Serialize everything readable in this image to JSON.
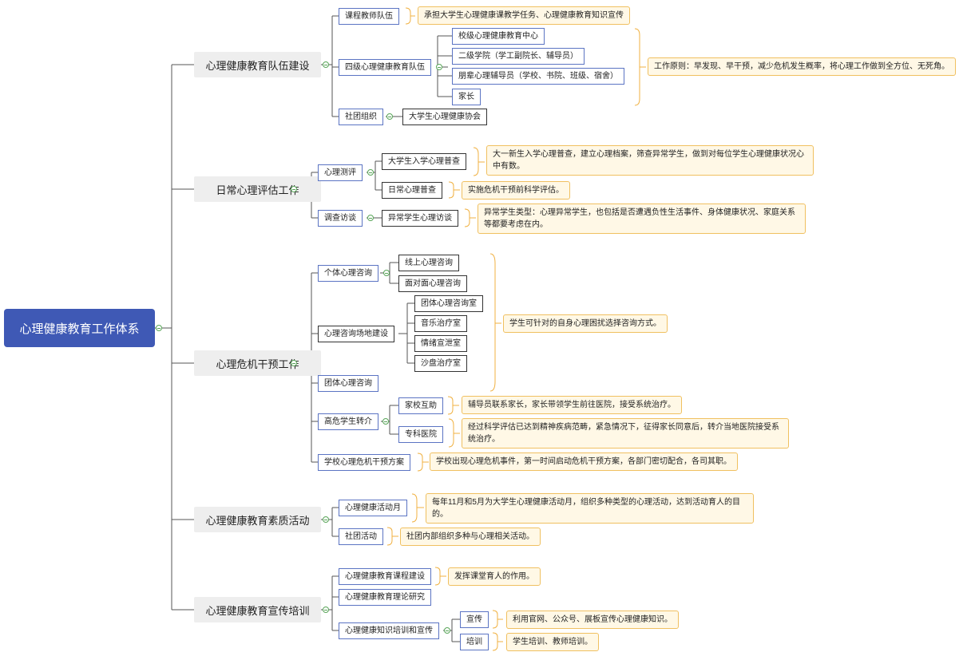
{
  "root": "心理健康教育工作体系",
  "branches": {
    "b1": {
      "label": "心理健康教育队伍建设",
      "teachers": "课程教师队伍",
      "teachers_note": "承担大学生心理健康课教学任务、心理健康教育知识宣传",
      "fourlevel": "四级心理健康教育队伍",
      "fourlevel_items": [
        "校级心理健康教育中心",
        "二级学院（学工副院长、辅导员）",
        "朋辈心理辅导员（学校、书院、班级、宿舍）",
        "家长"
      ],
      "fourlevel_note": "工作原则：早发现、早干预，减少危机发生概率，将心理工作做到全方位、无死角。",
      "club": "社团组织",
      "club_item": "大学生心理健康协会"
    },
    "b2": {
      "label": "日常心理评估工作",
      "test": "心理测评",
      "test_items": [
        "大学生入学心理普查",
        "日常心理普查"
      ],
      "test_notes": [
        "大一新生入学心理普查，建立心理档案，筛查异常学生，做到对每位学生心理健康状况心中有数。",
        "实施危机干预前科学评估。"
      ],
      "visit": "调查访谈",
      "visit_item": "异常学生心理访谈",
      "visit_note": "异常学生类型：心理异常学生，也包括是否遭遇负性生活事件、身体健康状况、家庭关系等都要考虑在内。"
    },
    "b3": {
      "label": "心理危机干预工作",
      "individual": "个体心理咨询",
      "individual_items": [
        "线上心理咨询",
        "面对面心理咨询"
      ],
      "venue": "心理咨询场地建设",
      "venue_items": [
        "团体心理咨询室",
        "音乐治疗室",
        "情绪宣泄室",
        "沙盘治疗室"
      ],
      "group": "团体心理咨询",
      "counsel_note": "学生可针对的自身心理困扰选择咨询方式。",
      "referral": "高危学生转介",
      "referral_items": [
        "家校互助",
        "专科医院"
      ],
      "referral_notes": [
        "辅导员联系家长，家长带领学生前往医院，接受系统治疗。",
        "经过科学评估已达到精神疾病范畴，紧急情况下，征得家长同意后，转介当地医院接受系统治疗。"
      ],
      "plan": "学校心理危机干预方案",
      "plan_note": "学校出现心理危机事件，第一时间启动危机干预方案，各部门密切配合，各司其职。"
    },
    "b4": {
      "label": "心理健康教育素质活动",
      "month": "心理健康活动月",
      "month_note": "每年11月和5月为大学生心理健康活动月，组织多种类型的心理活动，达到活动育人的目的。",
      "club": "社团活动",
      "club_note": "社团内部组织多种与心理相关活动。"
    },
    "b5": {
      "label": "心理健康教育宣传培训",
      "course": "心理健康教育课程建设",
      "course_note": "发挥课堂育人的作用。",
      "theory": "心理健康教育理论研究",
      "training": "心理健康知识培训和宣传",
      "publicity": "宣传",
      "publicity_note": "利用官网、公众号、展板宣传心理健康知识。",
      "train": "培训",
      "train_note": "学生培训、教师培训。"
    }
  }
}
